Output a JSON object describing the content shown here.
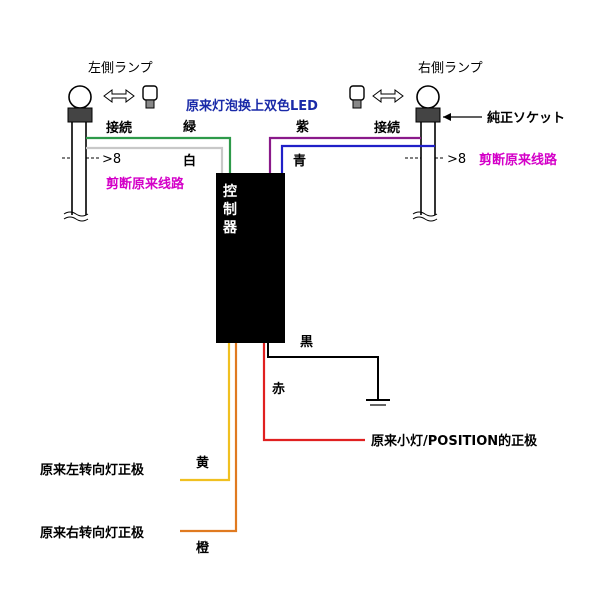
{
  "labels": {
    "left_lamp": "左側ランプ",
    "right_lamp": "右側ランプ",
    "title_led": "原来灯泡换上双色LED",
    "connect_left": "接続",
    "connect_right": "接続",
    "green": "緑",
    "purple": "紫",
    "white": "白",
    "blue": "青",
    "genuine_socket": "純正ソケット",
    "cut_left": "剪断原来线路",
    "cut_right": "剪断原来线路",
    "controller": [
      "控",
      "制",
      "器"
    ],
    "black": "黒",
    "red": "赤",
    "yellow": "黄",
    "orange": "橙",
    "position": "原来小灯/POSITION的正极",
    "left_turn": "原来左转向灯正极",
    "right_turn": "原来右转向灯正极"
  },
  "colors": {
    "green": "#2e9a4a",
    "white_wire": "#c8c8c8",
    "purple": "#8a1a8a",
    "blue": "#2020c8",
    "black": "#000000",
    "red": "#e02020",
    "yellow": "#f0c020",
    "orange": "#e07a20",
    "title_blue": "#1a2aa8",
    "cut_pink": "#d400c8"
  }
}
